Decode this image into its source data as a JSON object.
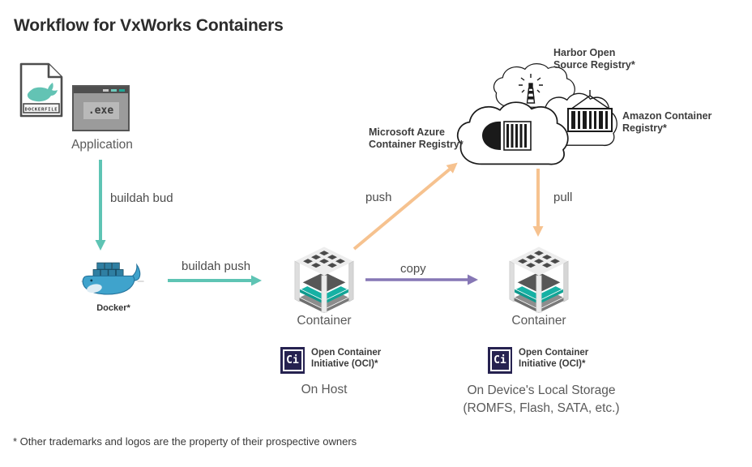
{
  "title": "Workflow for VxWorks Containers",
  "footer": "* Other trademarks and logos are the property of their prospective owners",
  "colors": {
    "teal_arrow": "#5ec4b4",
    "orange_arrow": "#f6c28f",
    "purple_arrow": "#8677b5",
    "container_teal": "#16b1a4",
    "docker_blue": "#3fa3cc",
    "oci_navy": "#262250"
  },
  "application": {
    "label": "Application",
    "dockerfile_label": "DOCKERFILE",
    "exe_label": ".exe"
  },
  "docker": {
    "label": "Docker*"
  },
  "arrows": {
    "buildah_bud": "buildah bud",
    "buildah_push": "buildah push",
    "copy": "copy",
    "push": "push",
    "pull": "pull"
  },
  "registries": {
    "harbor": {
      "line1": "Harbor Open",
      "line2": "Source Registry*"
    },
    "azure": {
      "line1": "Microsoft Azure",
      "line2": "Container Registry*"
    },
    "amazon": {
      "line1": "Amazon Container",
      "line2": "Registry*"
    }
  },
  "host": {
    "container_label": "Container",
    "oci": {
      "logo_text": "Ci",
      "line1": "Open Container",
      "line2": "Initiative (OCI)*"
    },
    "location": "On Host"
  },
  "device": {
    "container_label": "Container",
    "oci": {
      "logo_text": "Ci",
      "line1": "Open Container",
      "line2": "Initiative (OCI)*"
    },
    "location_line1": "On Device's Local Storage",
    "location_line2": "(ROMFS, Flash, SATA, etc.)"
  }
}
